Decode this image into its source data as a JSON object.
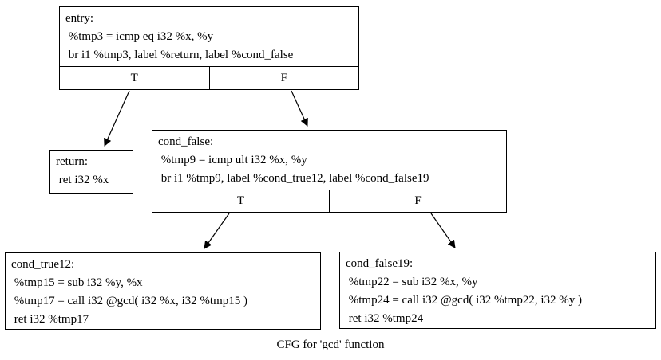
{
  "diagram": {
    "title": "CFG for 'gcd' function",
    "colors": {
      "background": "#ffffff",
      "node_fill": "#ffffff",
      "node_border": "#000000",
      "text": "#000000",
      "edge": "#000000"
    },
    "nodes": {
      "entry": {
        "lines": [
          "entry:",
          " %tmp3 = icmp eq i32 %x, %y",
          " br i1 %tmp3, label %return, label %cond_false"
        ],
        "branch_true": "T",
        "branch_false": "F"
      },
      "return": {
        "lines": [
          "return:",
          " ret i32 %x"
        ]
      },
      "cond_false": {
        "lines": [
          "cond_false:",
          " %tmp9 = icmp ult i32 %x, %y",
          " br i1 %tmp9, label %cond_true12, label %cond_false19"
        ],
        "branch_true": "T",
        "branch_false": "F"
      },
      "cond_true12": {
        "lines": [
          "cond_true12:",
          " %tmp15 = sub i32 %y, %x",
          " %tmp17 = call i32 @gcd( i32 %x, i32 %tmp15 )",
          " ret i32 %tmp17"
        ]
      },
      "cond_false19": {
        "lines": [
          "cond_false19:",
          " %tmp22 = sub i32 %x, %y",
          " %tmp24 = call i32 @gcd( i32 %tmp22, i32 %y )",
          " ret i32 %tmp24"
        ]
      }
    },
    "edges": [
      {
        "from": "entry:T",
        "to": "return"
      },
      {
        "from": "entry:F",
        "to": "cond_false"
      },
      {
        "from": "cond_false:T",
        "to": "cond_true12"
      },
      {
        "from": "cond_false:F",
        "to": "cond_false19"
      }
    ]
  }
}
